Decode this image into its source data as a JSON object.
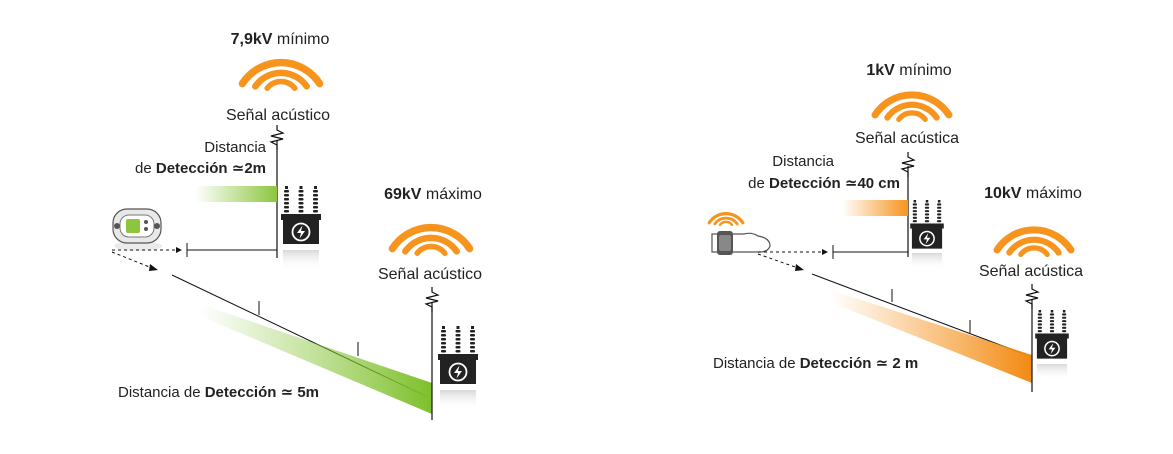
{
  "left": {
    "low_voltage": {
      "value": "7,9kV",
      "suffix": "mínimo"
    },
    "low_signal": "Señal acústico",
    "near_label_line1": "Distancia",
    "near_label_line2_prefix": "de",
    "near_label_bold": "Detección",
    "near_label_value": "≃2m",
    "high_voltage": {
      "value": "69kV",
      "suffix": "máximo"
    },
    "high_signal": "Señal acústico",
    "far_label_prefix": "Distancia de",
    "far_label_bold": "Detección",
    "far_label_value": "≃ 5m",
    "accent": "#8cc63f"
  },
  "right": {
    "low_voltage": {
      "value": "1kV",
      "suffix": "mínimo"
    },
    "low_signal": "Señal acústica",
    "near_label_line1": "Distancia",
    "near_label_line2_prefix": "de",
    "near_label_bold": "Detección",
    "near_label_value": "≃40 cm",
    "high_voltage": {
      "value": "10kV",
      "suffix": "máximo"
    },
    "high_signal": "Señal acústica",
    "far_label_prefix": "Distancia de",
    "far_label_bold": "Detección",
    "far_label_value": "≃ 2 m",
    "accent": "#f7941d"
  },
  "colors": {
    "signal_waves": "#f7941d",
    "transformer": "#222222",
    "line": "#111111"
  },
  "icons": [
    "sound-waves-icon",
    "transformer-icon",
    "lightning-icon",
    "detector-device-icon",
    "smartwatch-icon"
  ]
}
